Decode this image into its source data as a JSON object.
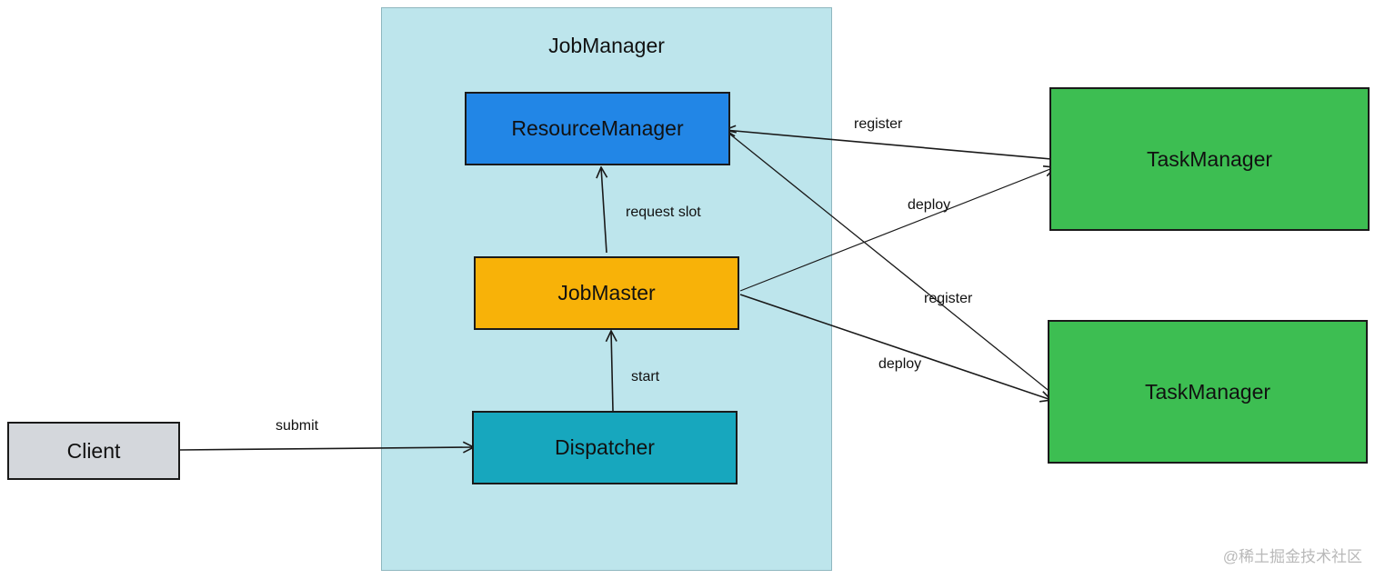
{
  "container": {
    "title": "JobManager"
  },
  "nodes": {
    "resource_manager": "ResourceManager",
    "job_master": "JobMaster",
    "dispatcher": "Dispatcher",
    "client": "Client",
    "task_manager_1": "TaskManager",
    "task_manager_2": "TaskManager"
  },
  "edges": {
    "submit": "submit",
    "start": "start",
    "request_slot": "request slot",
    "register_1": "register",
    "register_2": "register",
    "deploy_1": "deploy",
    "deploy_2": "deploy"
  },
  "watermark": "@稀土掘金技术社区"
}
